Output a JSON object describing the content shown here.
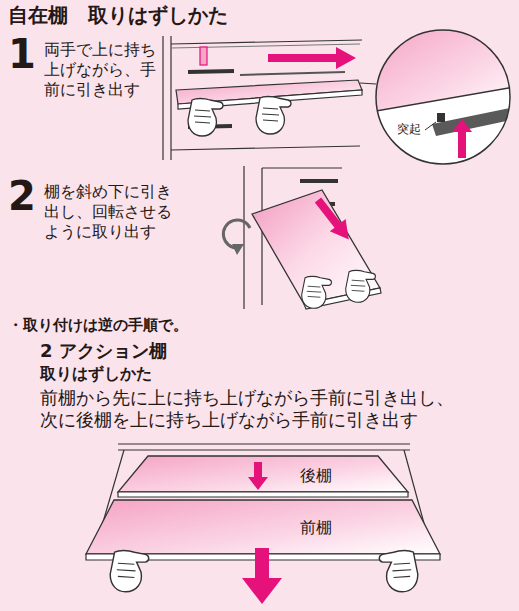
{
  "diagram": {
    "title": "自在棚　取りはずしかた",
    "nodes": [
      {
        "text": [
          "後棚"
        ]
      },
      {
        "text": [
          "前棚"
        ]
      }
    ],
    "labels": [
      "1",
      "両手で上に持ち上げながら、手前に引き出す",
      "突起",
      "2",
      "棚を斜め下に引き出し、回転させるように取り出す",
      "・取り付けは逆の手順で。",
      "2 アクション棚",
      "取りはずしかた",
      "前棚から先に上に持ち上げながら手前に引き出し、次に後棚を上に持ち上げながら手前に引き出す"
    ]
  }
}
